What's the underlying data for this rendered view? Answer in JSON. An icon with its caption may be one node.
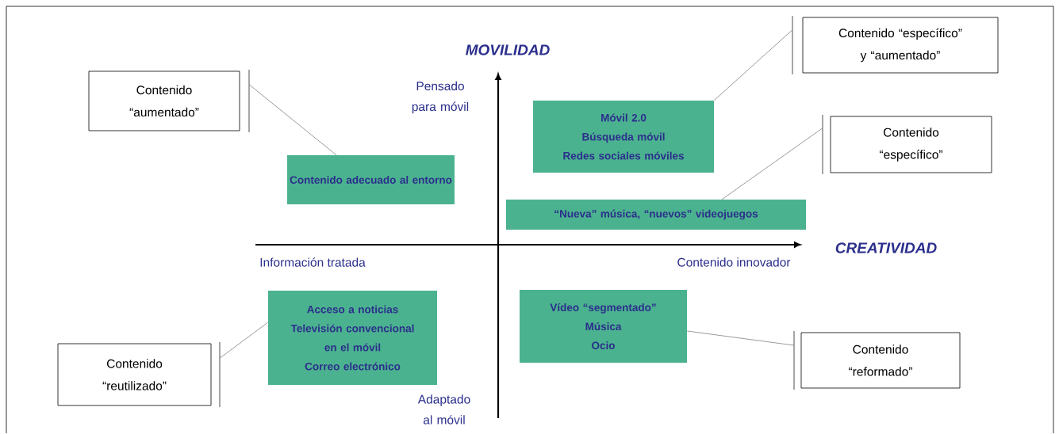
{
  "diagram": {
    "nodes": [
      {
        "text": [
          "Contenido “específico” y “aumentado”"
        ]
      },
      {
        "text": [
          "Contenido “aumentado”"
        ]
      },
      {
        "text": [
          "Móvil 2.0",
          "Búsqueda móvil",
          "Redes sociales móviles"
        ]
      },
      {
        "text": [
          "Contenido “específico”"
        ]
      },
      {
        "text": [
          "Contenido adecuado al entorno"
        ]
      },
      {
        "text": [
          "“Nueva” música, “nuevos” videojuegos"
        ]
      },
      {
        "text": [
          "Acceso a noticias",
          "Televisión convencional en el móvil",
          "Correo electrónico"
        ]
      },
      {
        "text": [
          "Vídeo “segmentado”",
          "Música",
          "Ocio"
        ]
      },
      {
        "text": [
          "Contenido “reutilizado”"
        ]
      },
      {
        "text": [
          "Contenido “reformado”"
        ]
      }
    ],
    "edges": [
      {
        "from": 0,
        "to": 2,
        "arrow": "none"
      },
      {
        "from": 1,
        "to": 4,
        "arrow": "none"
      },
      {
        "from": 3,
        "to": 5,
        "arrow": "none"
      },
      {
        "from": 8,
        "to": 6,
        "arrow": "none"
      },
      {
        "from": 9,
        "to": 7,
        "arrow": "none"
      }
    ],
    "labels": [
      "MOVILIDAD",
      "Pensado para móvil",
      "CREATIVIDAD",
      "Información tratada",
      "Contenido innovador",
      "Adaptado al móvil"
    ]
  }
}
